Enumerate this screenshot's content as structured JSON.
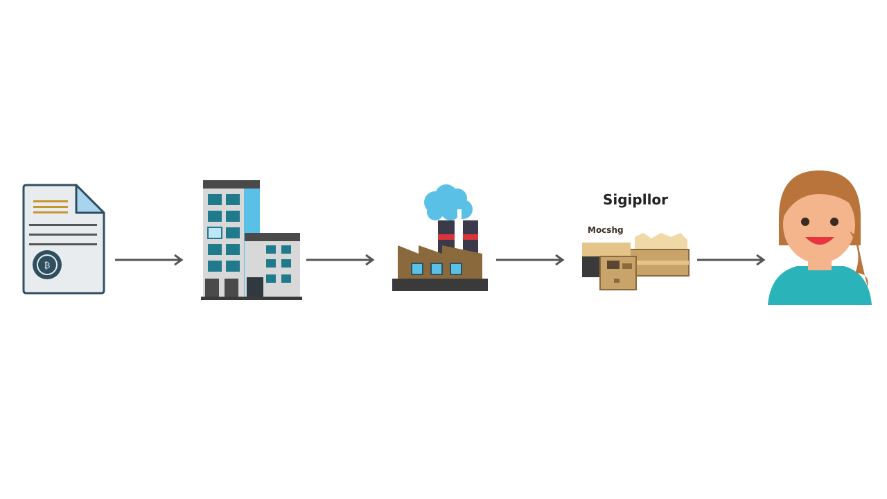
{
  "diagram": {
    "type": "flow",
    "direction": "left-to-right",
    "colors": {
      "arrow": "#555555",
      "document_fill": "#e8ecef",
      "document_stroke": "#2f4f5f",
      "building_glass": "#1f7a8c",
      "factory_body": "#8a6a3c",
      "smoke": "#5bc0e6",
      "box": "#c9a46a",
      "person_shirt": "#2ab3b8",
      "person_hair": "#b8743a"
    },
    "nodes": [
      {
        "id": "document",
        "icon": "document-icon"
      },
      {
        "id": "office",
        "icon": "office-building-icon"
      },
      {
        "id": "factory",
        "icon": "factory-icon"
      },
      {
        "id": "supplier",
        "icon": "boxes-icon",
        "label": "Sigipllor",
        "sublabel": "Mocshg"
      },
      {
        "id": "customer",
        "icon": "person-icon"
      }
    ]
  }
}
